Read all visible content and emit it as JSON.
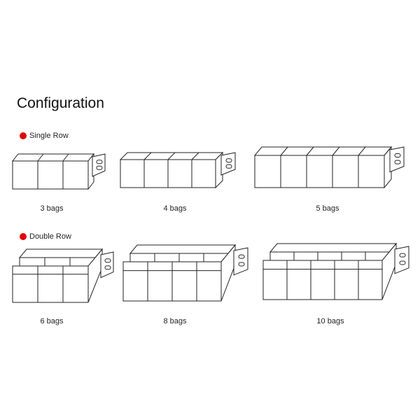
{
  "title": "Configuration",
  "accent_color": "#e10000",
  "sections": [
    {
      "label": "Single Row",
      "items": [
        {
          "caption": "3 bags",
          "columns": 3,
          "rows": 1
        },
        {
          "caption": "4 bags",
          "columns": 4,
          "rows": 1
        },
        {
          "caption": "5 bags",
          "columns": 5,
          "rows": 1
        }
      ]
    },
    {
      "label": "Double Row",
      "items": [
        {
          "caption": "6 bags",
          "columns": 3,
          "rows": 2
        },
        {
          "caption": "8 bags",
          "columns": 4,
          "rows": 2
        },
        {
          "caption": "10 bags",
          "columns": 5,
          "rows": 2
        }
      ]
    }
  ]
}
